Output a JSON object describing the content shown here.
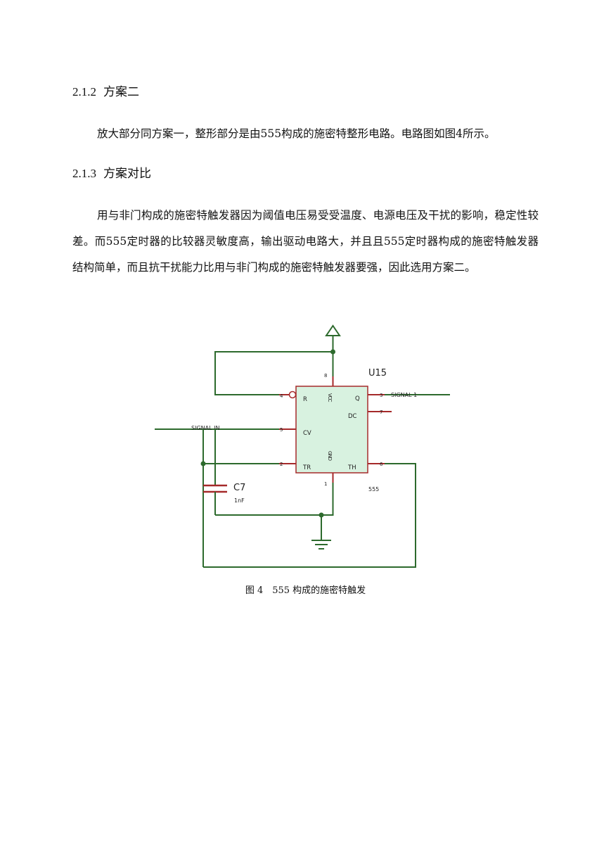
{
  "section_212": {
    "num": "2.1.2",
    "title": "方案二"
  },
  "para_1": "放大部分同方案一，整形部分是由555构成的施密特整形电路。电路图如图4所示。",
  "section_213": {
    "num": "2.1.3",
    "title": "方案对比"
  },
  "para_2": "用与非门构成的施密特触发器因为阈值电压易受受温度、电源电压及干扰的影响，稳定性较差。而555定时器的比较器灵敏度高，输出驱动电路大，并且且555定时器构成的施密特触发器结构简单，而且抗干扰能力比用与非门构成的施密特触发器要强，因此选用方案二。",
  "circuit": {
    "ref": "U15",
    "part": "555",
    "pins": {
      "r": {
        "num": "4",
        "label": "R"
      },
      "cv": {
        "num": "5",
        "label": "CV"
      },
      "tr": {
        "num": "2",
        "label": "TR"
      },
      "q": {
        "num": "3",
        "label": "Q"
      },
      "dc": {
        "num": "7",
        "label": "DC"
      },
      "th": {
        "num": "6",
        "label": "TH"
      },
      "vcc": {
        "num": "8",
        "label": "VCC"
      },
      "gnd": {
        "num": "1",
        "label": "GND"
      }
    },
    "net_in": "SIGNAL IN",
    "net_out": "SIGNAL 1",
    "capacitor": {
      "ref": "C7",
      "value": "1nF"
    }
  },
  "caption": "图 4　555 构成的施密特触发"
}
